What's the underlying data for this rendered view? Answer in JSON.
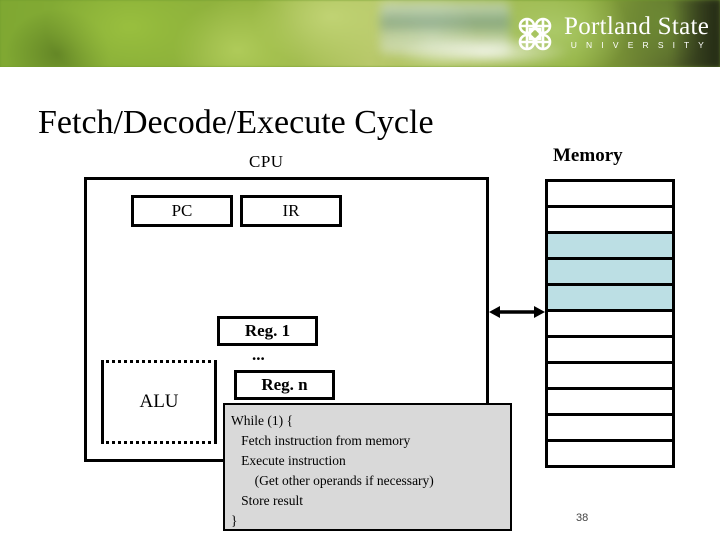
{
  "header": {
    "brand_line1": "Portland State",
    "brand_line2": "U N I V E R S I T Y",
    "logo_icon": "psu-knot-logo",
    "banner_image": "blurred-green-foliage-campus-photo"
  },
  "slide": {
    "title": "Fetch/Decode/Execute Cycle",
    "page_number": "38",
    "cpu_label": "CPU",
    "memory_label": "Memory",
    "registers": {
      "pc": "PC",
      "ir": "IR",
      "reg_first": "Reg. 1",
      "reg_ellipsis": "...",
      "reg_last": "Reg. n"
    },
    "alu_label": "ALU",
    "code_lines": [
      "While (1) {",
      "   Fetch instruction from memory",
      "   Execute instruction",
      "       (Get other operands if necessary)",
      "   Store result",
      "}"
    ],
    "bus_arrow": "double-headed-arrow-icon",
    "memory_rows": [
      {
        "highlight": false
      },
      {
        "highlight": false
      },
      {
        "highlight": true
      },
      {
        "highlight": true
      },
      {
        "highlight": true
      },
      {
        "highlight": false
      },
      {
        "highlight": false
      },
      {
        "highlight": false
      },
      {
        "highlight": false
      },
      {
        "highlight": false
      },
      {
        "highlight": false
      }
    ]
  },
  "colors": {
    "memory_highlight": "#bcdfe4",
    "code_box_background": "#d9d9d9",
    "outline": "#000000",
    "banner_green": "#7fa832"
  }
}
